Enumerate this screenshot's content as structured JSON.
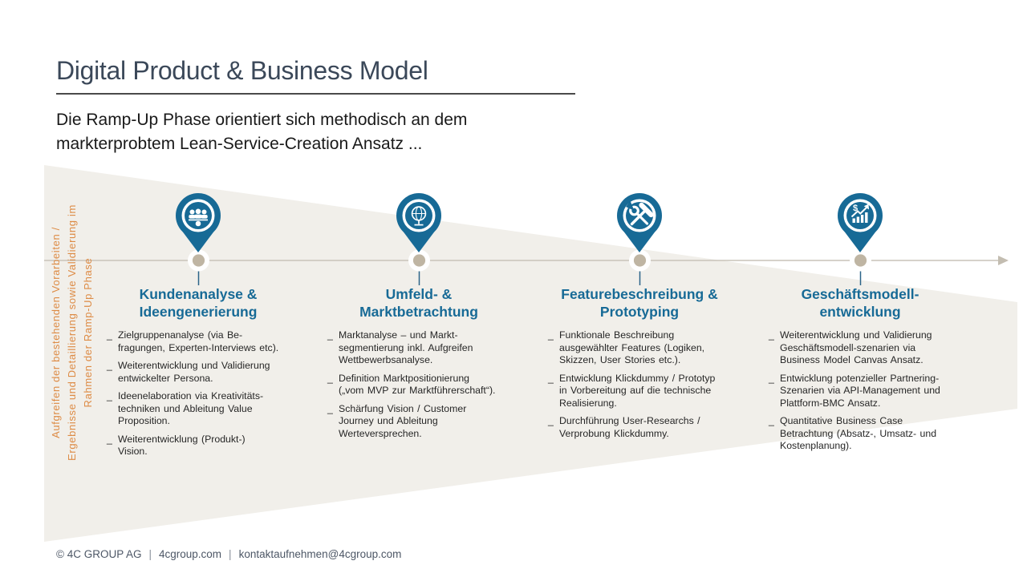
{
  "slide": {
    "title": "Digital Product & Business Model",
    "subtitle": "Die Ramp-Up Phase orientiert sich methodisch an dem\nmarkterprobtem Lean-Service-Creation Ansatz ...",
    "side_label": "Aufgreifen der bestehenden Vorarbeiten /\nErgebnisse und Detaillierung sowie Validierung im\nRahmen der Ramp-Up Phase",
    "footer": {
      "copyright": "© 4C GROUP AG",
      "separator": "|",
      "website": "4cgroup.com",
      "email": "kontaktaufnehmen@4cgroup.com"
    }
  },
  "ui": {
    "bullet_marker": "_",
    "dollar_glyph": "$"
  },
  "phases": [
    {
      "icon": "people-group-icon",
      "title": "Kundenanalyse &\nIdeengenerierung",
      "bullets": [
        "Zielgruppenanalyse (via Be-\nfragungen, Experten-Interviews etc).",
        "Weiterentwicklung und Validierung\nentwickelter Persona.",
        "Ideenelaboration via Kreativitäts-\ntechniken und Ableitung Value\nProposition.",
        "Weiterentwicklung (Produkt-)\nVision."
      ]
    },
    {
      "icon": "globe-icon",
      "title": "Umfeld- &\nMarktbetrachtung",
      "bullets": [
        "Marktanalyse – und Markt-\nsegmentierung inkl. Aufgreifen\nWettbewerbsanalyse.",
        "Definition Marktpositionierung\n(„vom MVP zur Marktführerschaft“).",
        "Schärfung Vision / Customer\nJourney und Ableitung\nWerteversprechen."
      ]
    },
    {
      "icon": "hammer-wrench-icon",
      "title": "Featurebeschreibung &\nPrototyping",
      "bullets": [
        "Funktionale Beschreibung\nausgewählter Features (Logiken,\nSkizzen, User Stories etc.).",
        "Entwicklung Klickdummy / Prototyp\nin Vorbereitung auf die technische\nRealisierung.",
        "Durchführung User-Researchs /\nVerprobung Klickdummy."
      ]
    },
    {
      "icon": "growth-chart-icon",
      "title": "Geschäftsmodell-\nentwicklung",
      "bullets": [
        "Weiterentwicklung und Validierung\nGeschäftsmodell-szenarien via\nBusiness Model Canvas Ansatz.",
        "Entwicklung potenzieller Partnering-\nSzenarien via API-Management und\nPlattform-BMC Ansatz.",
        "Quantitative Business Case\nBetrachtung (Absatz-, Umsatz- und\nKostenplanung)."
      ]
    }
  ],
  "colors": {
    "accent_blue": "#176a96",
    "accent_orange": "#dd8b45",
    "wedge_fill": "#f1efea",
    "timeline_line": "#c9c3b9",
    "timeline_dot": "#bfb5a3",
    "title_color": "#3b4859"
  }
}
